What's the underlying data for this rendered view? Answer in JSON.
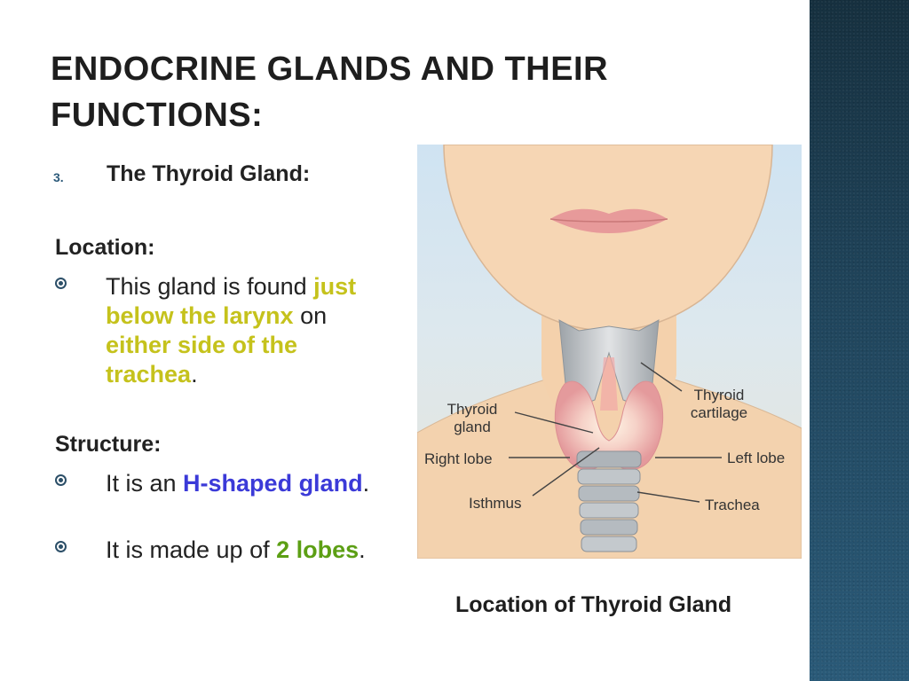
{
  "title": "ENDOCRINE GLANDS AND THEIR FUNCTIONS:",
  "numbered_item": {
    "number": "3.",
    "text": "The Thyroid Gland:"
  },
  "location": {
    "heading": "Location:",
    "bullet": {
      "t1": "This gland is found ",
      "h1": "just below the larynx",
      "t2": " on ",
      "h2": "either side of the trachea",
      "t3": "."
    }
  },
  "structure": {
    "heading": "Structure:",
    "bullet1": {
      "t1": "It is an ",
      "h1": "H-shaped gland",
      "t2": "."
    },
    "bullet2": {
      "t1": "It is made up of ",
      "h1": "2 lobes",
      "t2": "."
    }
  },
  "figure": {
    "labels": {
      "thyroid_gland_1": "Thyroid",
      "thyroid_gland_2": "gland",
      "right_lobe": "Right lobe",
      "isthmus": "Isthmus",
      "thyroid_cartilage_1": "Thyroid",
      "thyroid_cartilage_2": "cartilage",
      "left_lobe": "Left lobe",
      "trachea": "Trachea"
    },
    "caption": "Location of Thyroid Gland"
  },
  "colors": {
    "highlight_yellow": "#c5c21c",
    "highlight_blue": "#3b3ad8",
    "highlight_green": "#5c9f14",
    "side_band": "#20455c"
  }
}
